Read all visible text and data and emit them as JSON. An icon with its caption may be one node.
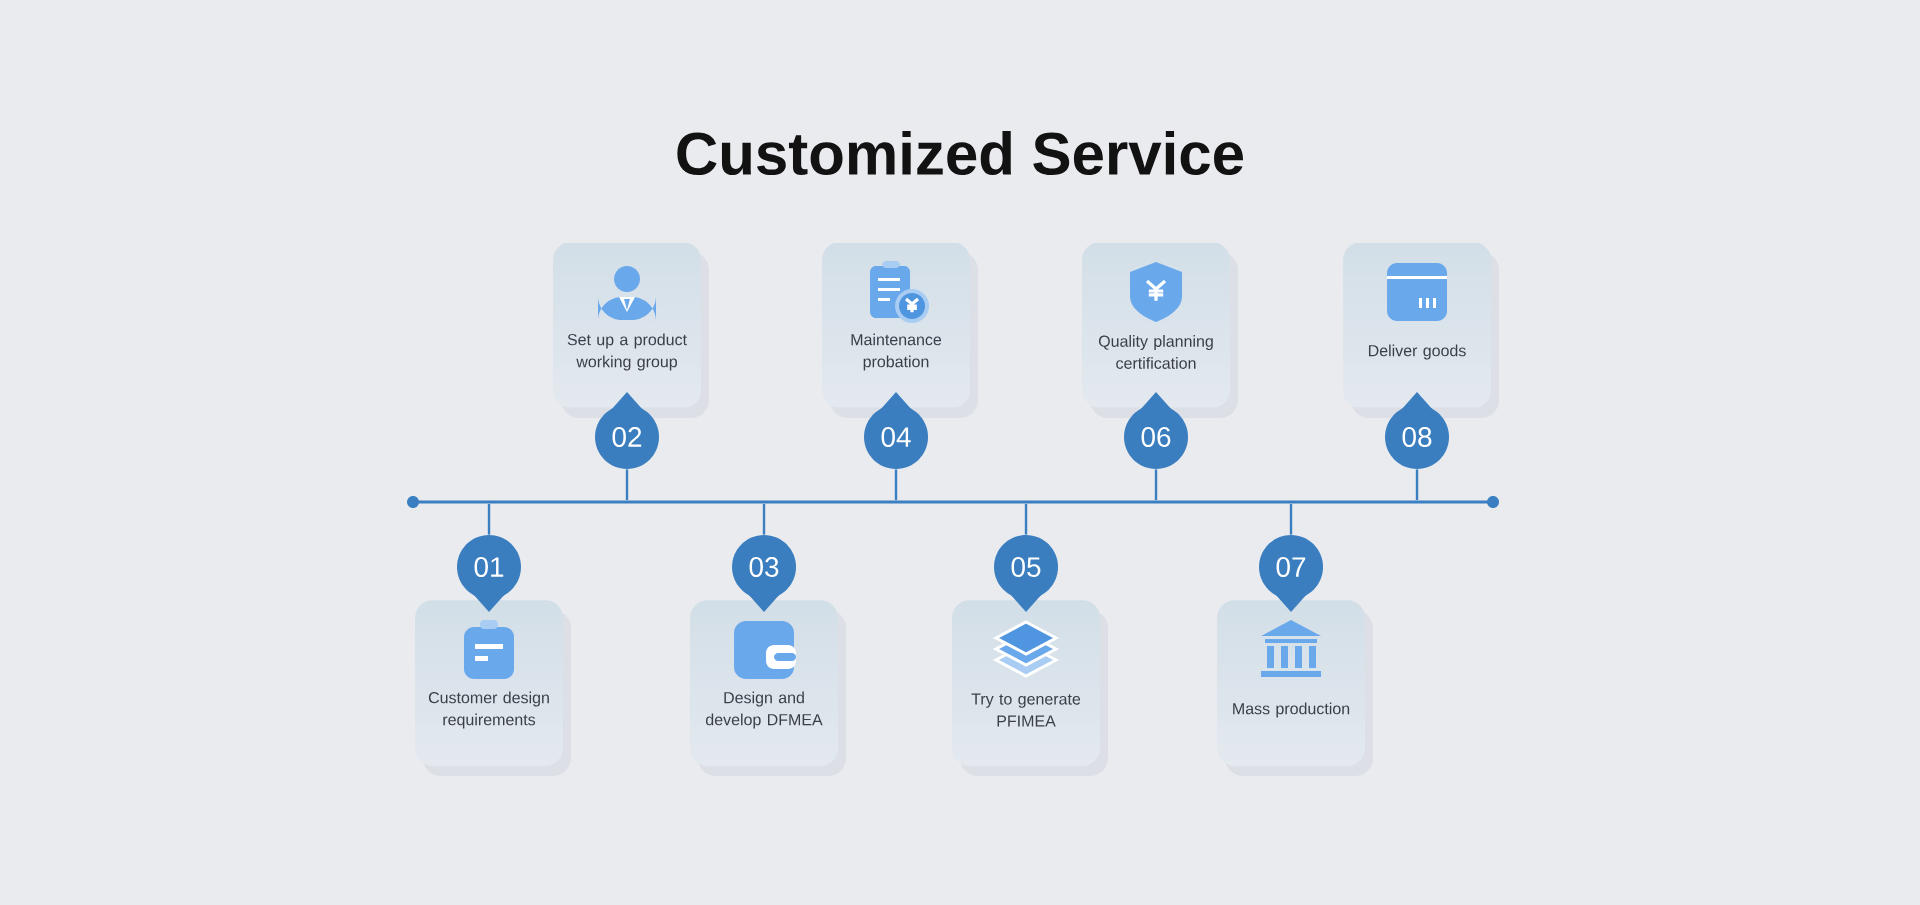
{
  "diagram": {
    "title": "Customized Service",
    "nodes": [
      {
        "text": [
          "01"
        ]
      },
      {
        "text": [
          "Customer design requirements"
        ]
      },
      {
        "text": [
          "02"
        ]
      },
      {
        "text": [
          "Set up a product working group"
        ]
      },
      {
        "text": [
          "03"
        ]
      },
      {
        "text": [
          "Design and develop DFMEA"
        ]
      },
      {
        "text": [
          "04"
        ]
      },
      {
        "text": [
          "Maintenance probation"
        ]
      },
      {
        "text": [
          "05"
        ]
      },
      {
        "text": [
          "Try to generate PFIMEA"
        ]
      },
      {
        "text": [
          "06"
        ]
      },
      {
        "text": [
          "Quality planning certification"
        ]
      },
      {
        "text": [
          "07"
        ]
      },
      {
        "text": [
          "Mass production"
        ]
      },
      {
        "text": [
          "08"
        ]
      },
      {
        "text": [
          "Deliver goods"
        ]
      },
      {
        "text": [],
        "shape": "bar"
      }
    ],
    "edges": [
      {
        "from": 0,
        "to": 16,
        "arrow": "none"
      },
      {
        "from": 2,
        "to": 16,
        "arrow": "none"
      },
      {
        "from": 4,
        "to": 16,
        "arrow": "none"
      },
      {
        "from": 6,
        "to": 16,
        "arrow": "none"
      },
      {
        "from": 8,
        "to": 16,
        "arrow": "none"
      },
      {
        "from": 10,
        "to": 16,
        "arrow": "none"
      },
      {
        "from": 12,
        "to": 16,
        "arrow": "none"
      },
      {
        "from": 14,
        "to": 16,
        "arrow": "none"
      }
    ]
  }
}
